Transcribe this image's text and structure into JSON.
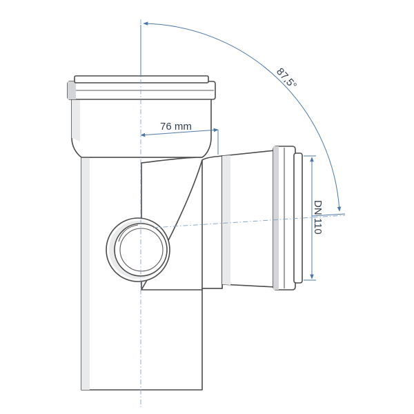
{
  "dimensions": {
    "angle": "87,5°",
    "branch_offset": "76 mm",
    "nominal_diameter": "DN 110"
  },
  "colors": {
    "outline": "#4a4a4a",
    "dimension": "#4a78a8",
    "centerline": "#7fa3c8"
  }
}
